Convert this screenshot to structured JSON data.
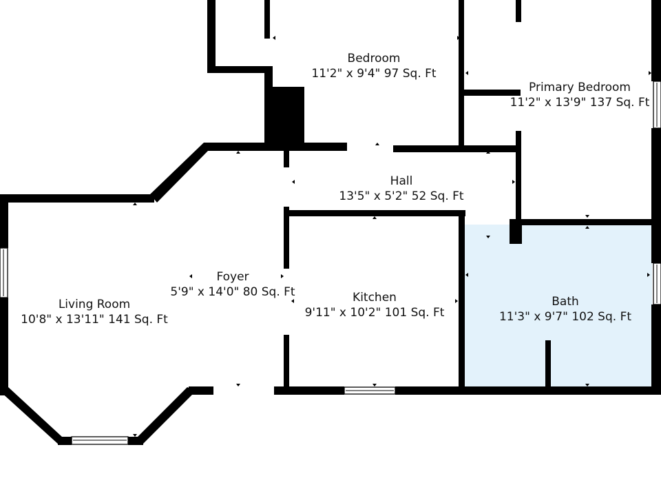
{
  "plan": {
    "rooms": [
      {
        "id": "bedroom",
        "name": "Bedroom",
        "dims": "11'2\" x 9'4\" 97 Sq. Ft"
      },
      {
        "id": "primary-bedroom",
        "name": "Primary Bedroom",
        "dims": "11'2\" x 13'9\" 137 Sq. Ft"
      },
      {
        "id": "hall",
        "name": "Hall",
        "dims": "13'5\" x 5'2\" 52 Sq. Ft"
      },
      {
        "id": "foyer",
        "name": "Foyer",
        "dims": "5'9\" x 14'0\" 80 Sq. Ft"
      },
      {
        "id": "living-room",
        "name": "Living Room",
        "dims": "10'8\" x 13'11\" 141 Sq. Ft"
      },
      {
        "id": "kitchen",
        "name": "Kitchen",
        "dims": "9'11\" x 10'2\" 101 Sq. Ft"
      },
      {
        "id": "bath",
        "name": "Bath",
        "dims": "11'3\" x 9'7\" 102 Sq. Ft",
        "highlight_color": "#e3f2fb"
      }
    ],
    "colors": {
      "wall": "#000000",
      "background": "#ffffff",
      "highlight": "#e3f2fb"
    }
  }
}
